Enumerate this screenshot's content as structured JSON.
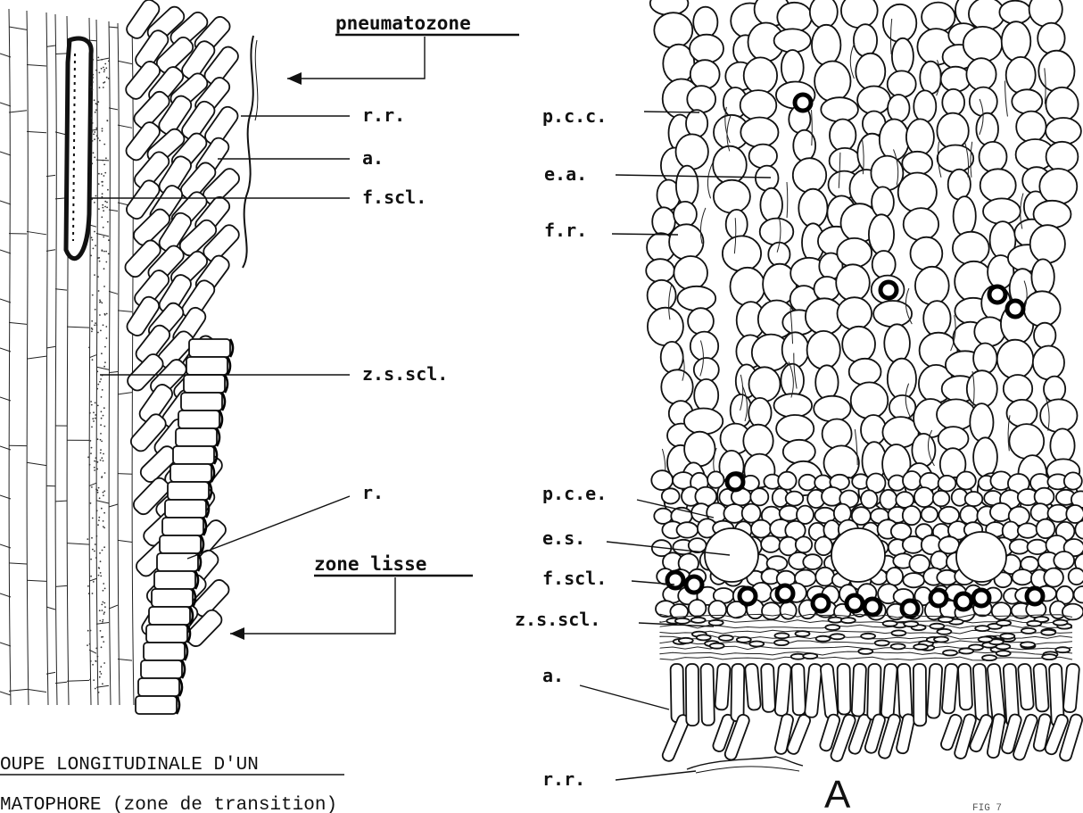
{
  "left_panel": {
    "zone_top": "pneumatozone",
    "zone_bottom": "zone lisse",
    "labels": [
      "r.r.",
      "a.",
      "f.scl.",
      "z.s.scl.",
      "r."
    ],
    "caption_line1": "OUPE LONGITUDINALE D'UN",
    "caption_line2": "MATOPHORE (zone de transition)"
  },
  "right_panel": {
    "labels": [
      "p.c.c.",
      "e.a.",
      "f.r.",
      "p.c.e.",
      "e.s.",
      "f.scl.",
      "z.s.scl.",
      "a.",
      "r.r."
    ],
    "panel_letter": "A",
    "corner_mark": "FIG 7"
  }
}
